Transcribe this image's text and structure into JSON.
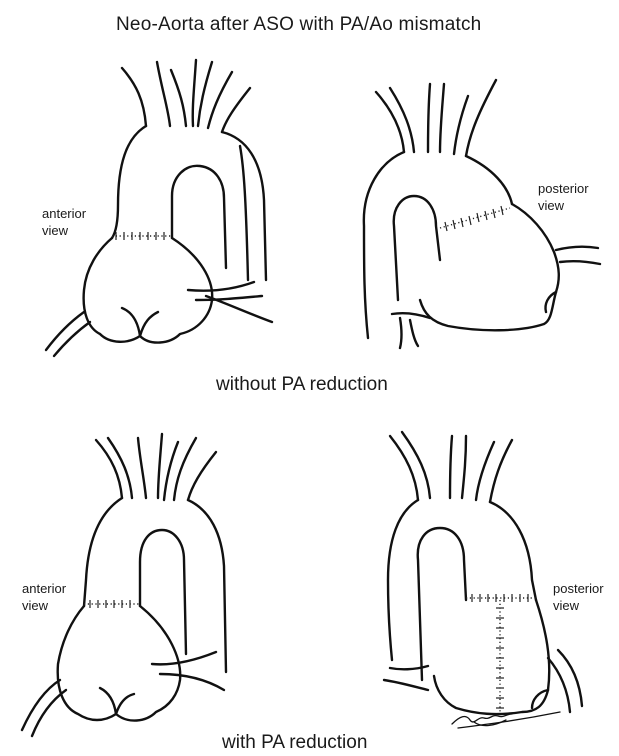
{
  "title": "Neo-Aorta after ASO with PA/Ao mismatch",
  "captions": {
    "top": "without PA reduction",
    "bottom": "with PA reduction"
  },
  "panels": {
    "top_left": {
      "label_line1": "anterior",
      "label_line2": "view"
    },
    "top_right": {
      "label_line1": "posterior",
      "label_line2": "view"
    },
    "bottom_left": {
      "label_line1": "anterior",
      "label_line2": "view"
    },
    "bottom_right": {
      "label_line1": "posterior",
      "label_line2": "view"
    }
  }
}
